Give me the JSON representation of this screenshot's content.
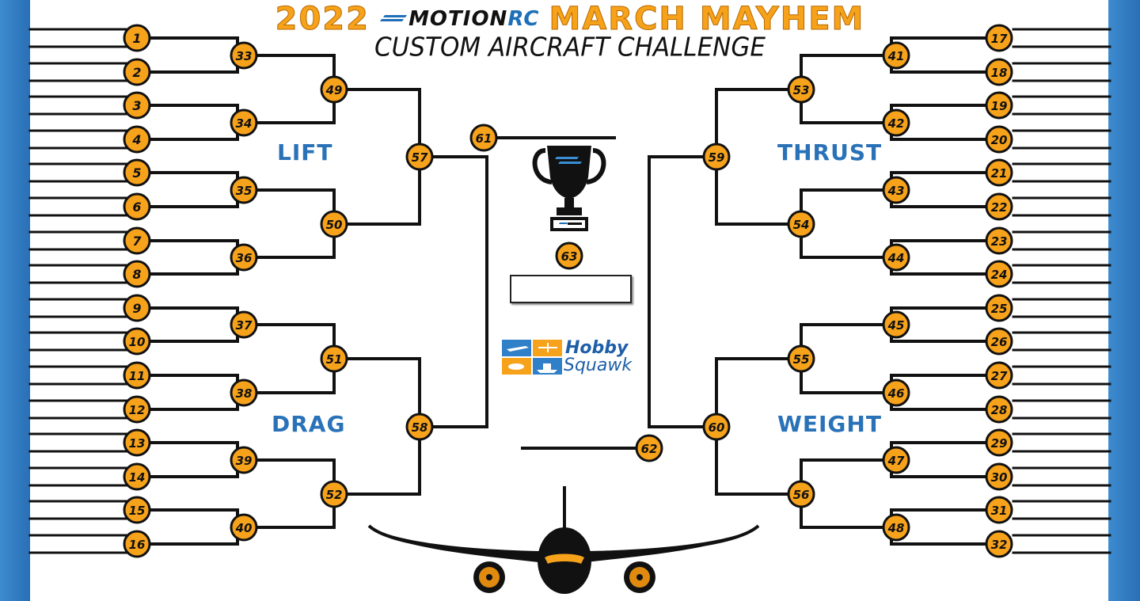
{
  "title": {
    "year": "2022",
    "brand": "MOTION",
    "brand_suffix": "RC",
    "event": "MARCH MAYHEM",
    "subtitle": "CUSTOM AIRCRAFT CHALLENGE"
  },
  "regions": {
    "lift": "LIFT",
    "thrust": "THRUST",
    "drag": "DRAG",
    "weight": "WEIGHT"
  },
  "sponsor": {
    "name_line1": "Hobby",
    "name_line2": "Squawk"
  },
  "seeds": [
    "1",
    "2",
    "3",
    "4",
    "5",
    "6",
    "7",
    "8",
    "9",
    "10",
    "11",
    "12",
    "13",
    "14",
    "15",
    "16",
    "17",
    "18",
    "19",
    "20",
    "21",
    "22",
    "23",
    "24",
    "25",
    "26",
    "27",
    "28",
    "29",
    "30",
    "31",
    "32"
  ],
  "round2": [
    "33",
    "34",
    "35",
    "36",
    "37",
    "38",
    "39",
    "40",
    "41",
    "42",
    "43",
    "44",
    "45",
    "46",
    "47",
    "48"
  ],
  "round3": [
    "49",
    "50",
    "51",
    "52",
    "53",
    "54",
    "55",
    "56"
  ],
  "round4": [
    "57",
    "58",
    "59",
    "60"
  ],
  "semis": [
    "61",
    "62"
  ],
  "final": "63",
  "colors": {
    "badge_fill": "#f7a21b",
    "line": "#111111",
    "region_text": "#2a72b8",
    "sidebar": "#2a6fb5",
    "title_orange": "#f7a21b"
  },
  "icons": {
    "trophy": "trophy-icon",
    "airplane": "airplane-icon",
    "sponsor_logo": "hobbysquawk-logo-icon"
  }
}
